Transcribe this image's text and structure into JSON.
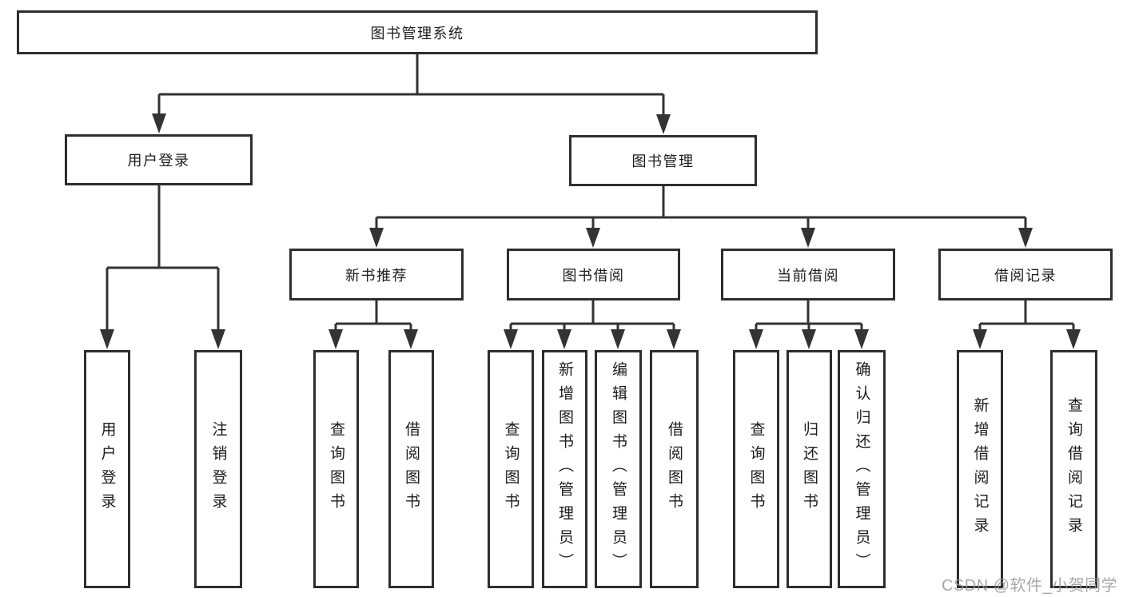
{
  "diagram": {
    "root": {
      "label": "图书管理系统"
    },
    "level1": [
      {
        "label": "用户登录",
        "children": [
          {
            "label": "用户登录"
          },
          {
            "label": "注销登录"
          }
        ]
      },
      {
        "label": "图书管理",
        "children": [
          {
            "label": "新书推荐",
            "children": [
              {
                "label": "查询图书"
              },
              {
                "label": "借阅图书"
              }
            ]
          },
          {
            "label": "图书借阅",
            "children": [
              {
                "label": "查询图书"
              },
              {
                "label": "新增图书（管理员）"
              },
              {
                "label": "编辑图书（管理员）"
              },
              {
                "label": "借阅图书"
              }
            ]
          },
          {
            "label": "当前借阅",
            "children": [
              {
                "label": "查询图书"
              },
              {
                "label": "归还图书"
              },
              {
                "label": "确认归还（管理员）"
              }
            ]
          },
          {
            "label": "借阅记录",
            "children": [
              {
                "label": "新增借阅记录"
              },
              {
                "label": "查询借阅记录"
              }
            ]
          }
        ]
      }
    ]
  },
  "watermark": {
    "text": "CSDN @软件_小贺同学"
  },
  "colors": {
    "background": "#ffffff",
    "box_border": "#2e2e2e",
    "line": "#333333",
    "text": "#1c1c1c",
    "watermark": "#969696"
  }
}
